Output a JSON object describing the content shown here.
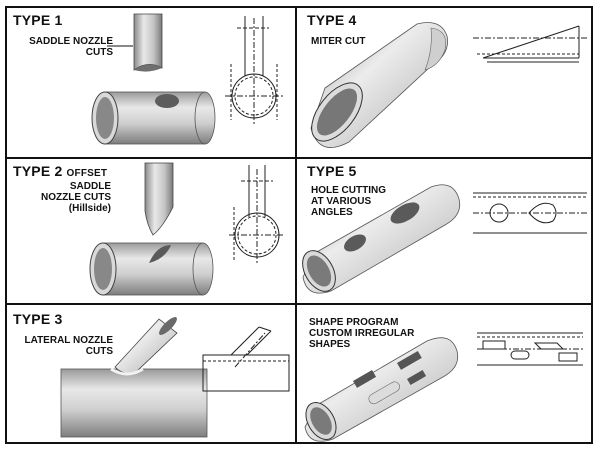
{
  "panels": [
    {
      "title": "TYPE 1",
      "desc": [
        "SADDLE NOZZLE",
        "CUTS"
      ]
    },
    {
      "title": "TYPE 4",
      "desc": [
        "MITER CUT"
      ]
    },
    {
      "title": "TYPE 2",
      "title_suffix": "OFFSET",
      "desc": [
        "SADDLE",
        "NOZZLE CUTS",
        "(Hillside)"
      ]
    },
    {
      "title": "TYPE 5",
      "desc": [
        "HOLE CUTTING",
        "AT VARIOUS",
        "ANGLES"
      ]
    },
    {
      "title": "TYPE 3",
      "desc": [
        "LATERAL NOZZLE",
        "CUTS"
      ]
    },
    {
      "title": "",
      "desc": [
        "SHAPE PROGRAM",
        "CUSTOM IRREGULAR",
        "SHAPES"
      ]
    }
  ],
  "colors": {
    "pipe_light": "#e6e6e6",
    "pipe_mid": "#bfbfbf",
    "pipe_dark": "#7a7a7a",
    "line": "#111111",
    "dash": "#555555"
  }
}
